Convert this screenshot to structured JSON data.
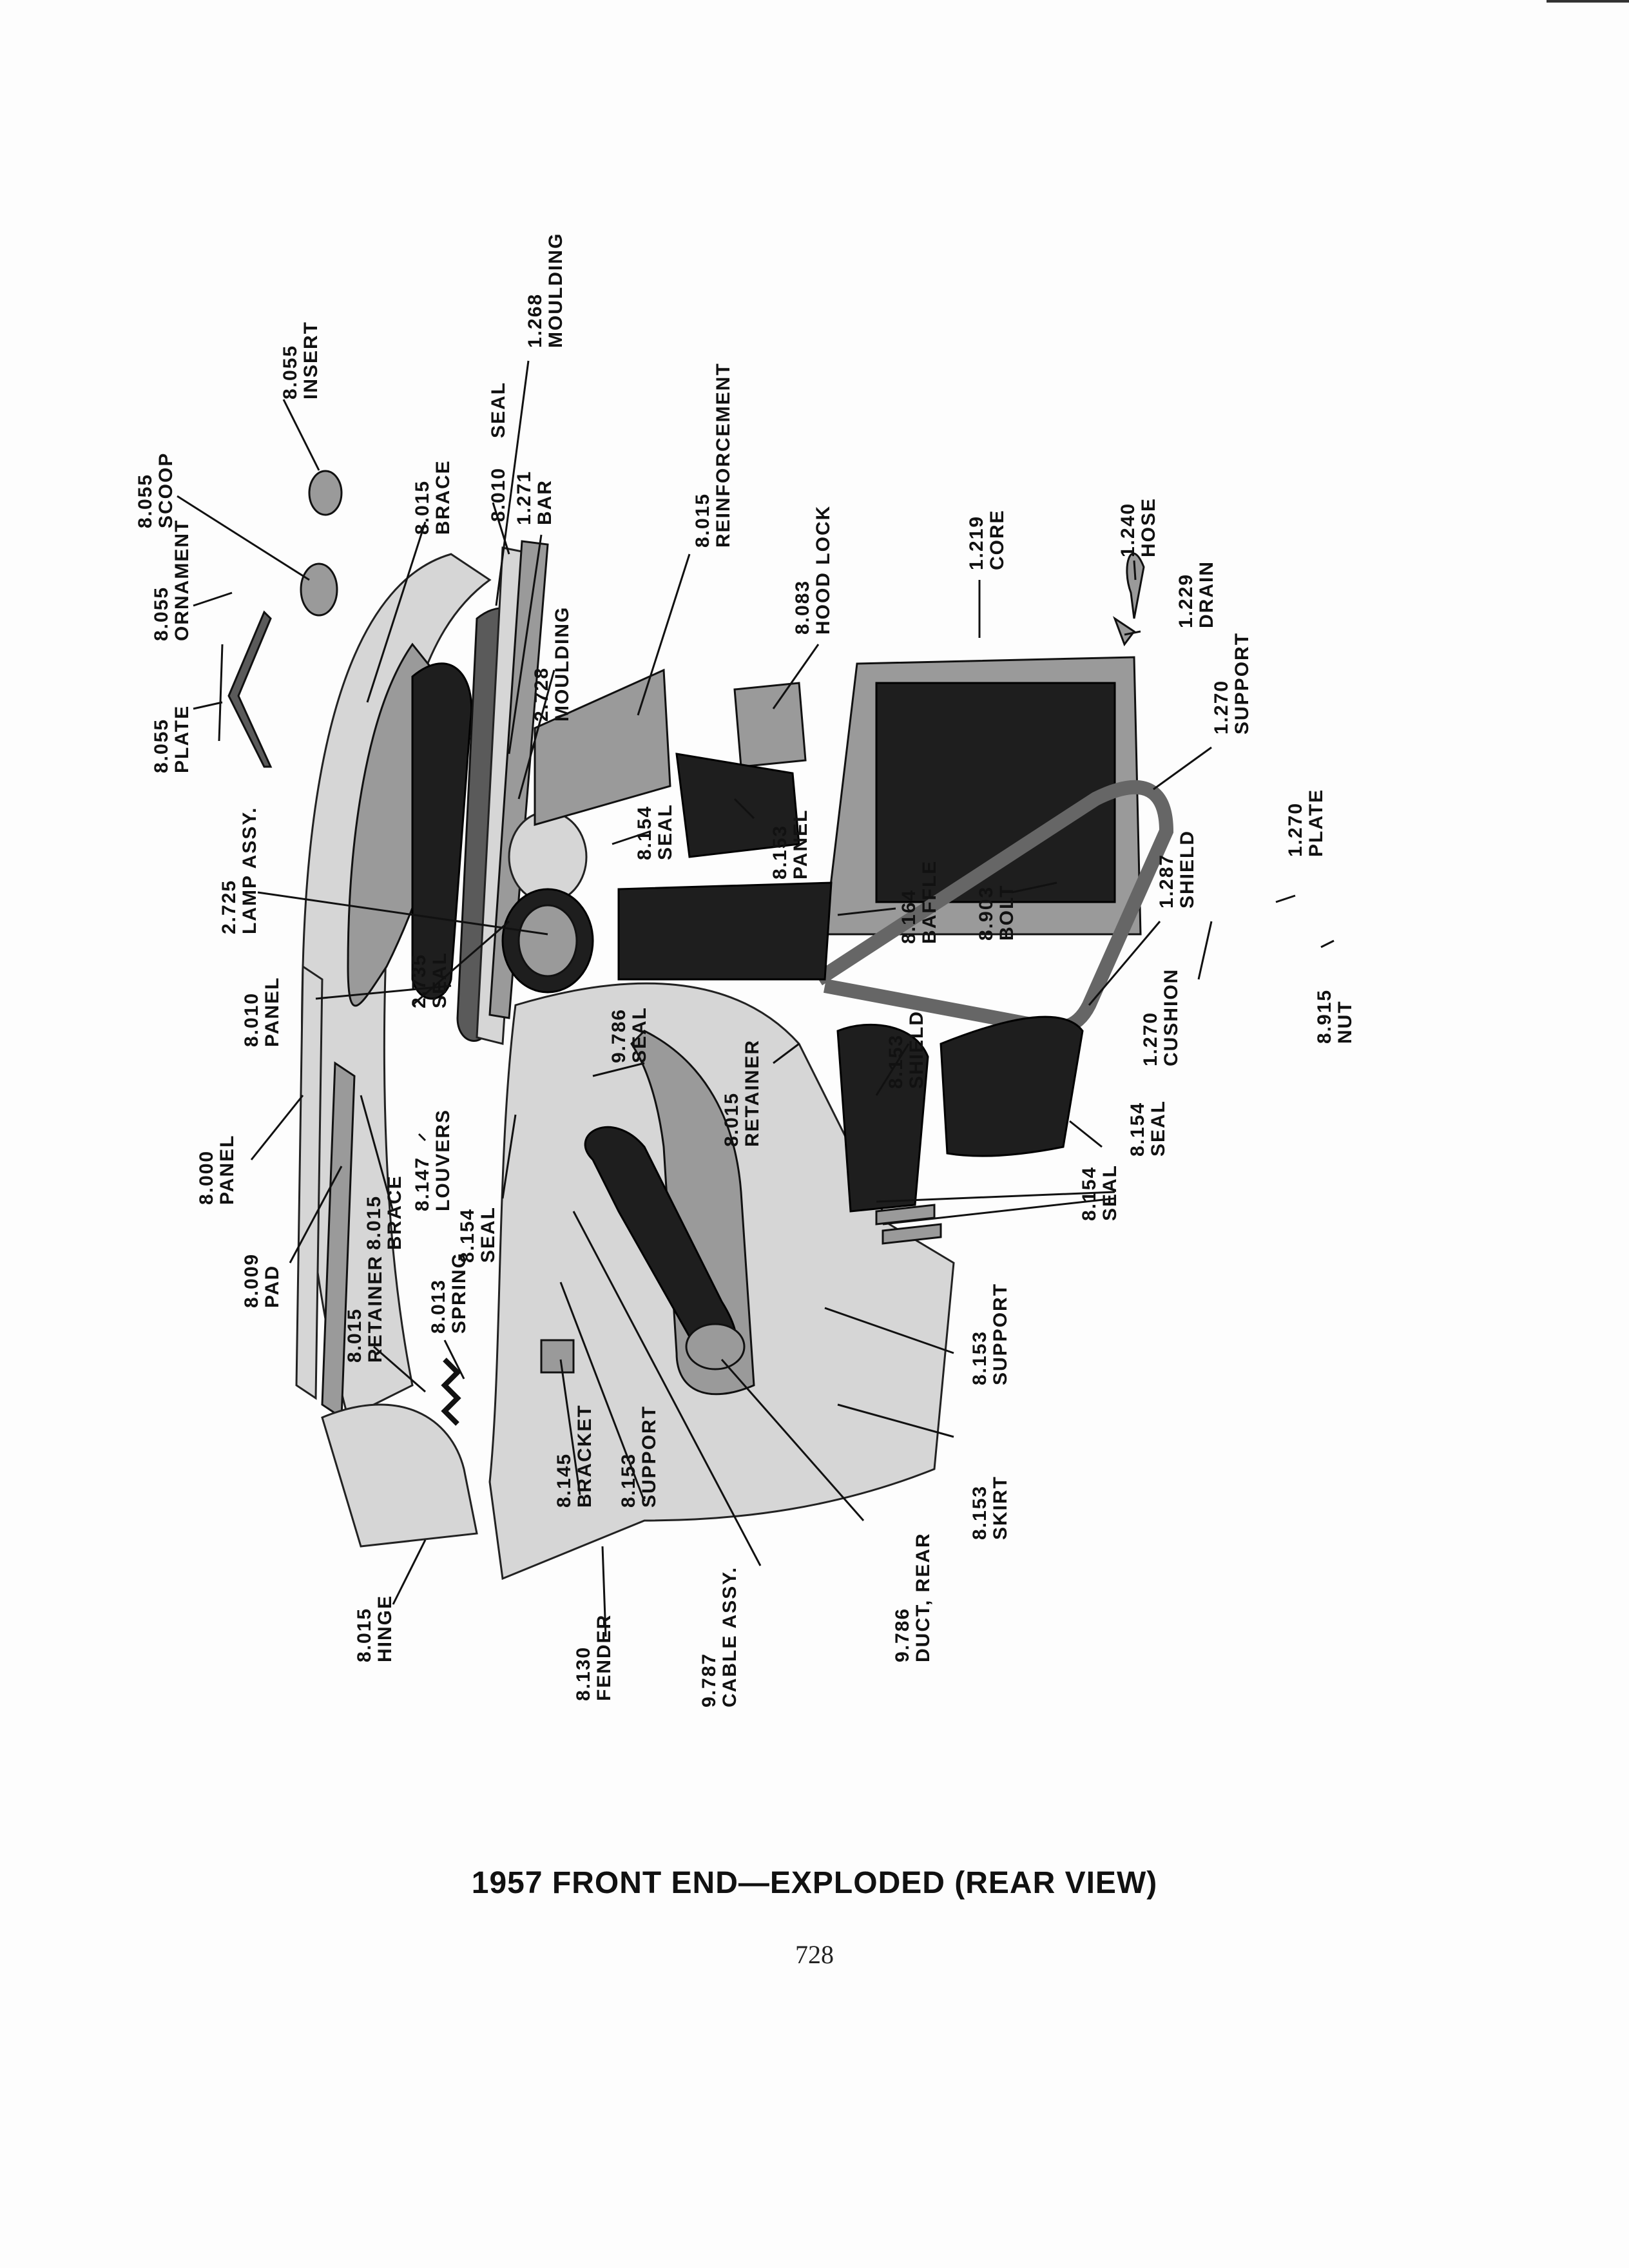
{
  "caption": "1957 FRONT END—EXPLODED (REAR VIEW)",
  "page_number": "728",
  "callouts": [
    {
      "id": "plate-8055",
      "number": "8.055",
      "name": "PLATE"
    },
    {
      "id": "ornament-8055",
      "number": "8.055",
      "name": "ORNAMENT"
    },
    {
      "id": "scoop-8055",
      "number": "8.055",
      "name": "SCOOP"
    },
    {
      "id": "insert-8055",
      "number": "8.055",
      "name": "INSERT"
    },
    {
      "id": "brace-8015-top",
      "number": "8.015",
      "name": "BRACE"
    },
    {
      "id": "seal-8010",
      "number": "8.010",
      "name": "SEAL"
    },
    {
      "id": "moulding-1268",
      "number": "1.268",
      "name": "MOULDING"
    },
    {
      "id": "bar-1271",
      "number": "1.271",
      "name": "BAR"
    },
    {
      "id": "moulding-2728",
      "number": "2.728",
      "name": "MOULDING"
    },
    {
      "id": "reinforcement-8015",
      "number": "8.015",
      "name": "REINFORCEMENT"
    },
    {
      "id": "hood-lock-8083",
      "number": "8.083",
      "name": "HOOD LOCK"
    },
    {
      "id": "core-1219",
      "number": "1.219",
      "name": "CORE"
    },
    {
      "id": "hose-1240",
      "number": "1.240",
      "name": "HOSE"
    },
    {
      "id": "drain-1229",
      "number": "1.229",
      "name": "DRAIN"
    },
    {
      "id": "support-1270",
      "number": "1.270",
      "name": "SUPPORT"
    },
    {
      "id": "seal-8154-a",
      "number": "8.154",
      "name": "SEAL"
    },
    {
      "id": "panel-8153",
      "number": "8.153",
      "name": "PANEL"
    },
    {
      "id": "lamp-assy-2725",
      "number": "2.725",
      "name": "LAMP ASSY."
    },
    {
      "id": "baffle-8164",
      "number": "8.164",
      "name": "BAFFLE"
    },
    {
      "id": "bolt-8903",
      "number": "8.903",
      "name": "BOLT"
    },
    {
      "id": "shield-1287",
      "number": "1.287",
      "name": "SHIELD"
    },
    {
      "id": "plate-1270",
      "number": "1.270",
      "name": "PLATE"
    },
    {
      "id": "cushion-1270",
      "number": "1.270",
      "name": "CUSHION"
    },
    {
      "id": "nut-8915",
      "number": "8.915",
      "name": "NUT"
    },
    {
      "id": "panel-8010",
      "number": "8.010",
      "name": "PANEL"
    },
    {
      "id": "seal-2735",
      "number": "2.735",
      "name": "SEAL"
    },
    {
      "id": "seal-9786",
      "number": "9.786",
      "name": "SEAL"
    },
    {
      "id": "retainer-8015-mid",
      "number": "8.015",
      "name": "RETAINER"
    },
    {
      "id": "shield-8153",
      "number": "8.153",
      "name": "SHIELD"
    },
    {
      "id": "seal-8154-b",
      "number": "8.154",
      "name": "SEAL"
    },
    {
      "id": "seal-8154-c",
      "number": "8.154",
      "name": "SEAL"
    },
    {
      "id": "panel-8000",
      "number": "8.000",
      "name": "PANEL"
    },
    {
      "id": "louvers-8147",
      "number": "8.147",
      "name": "LOUVERS"
    },
    {
      "id": "brace-8015-low",
      "number": "8.015",
      "name": "BRACE"
    },
    {
      "id": "seal-8154-d",
      "number": "8.154",
      "name": "SEAL"
    },
    {
      "id": "pad-8009",
      "number": "8.009",
      "name": "PAD"
    },
    {
      "id": "retainer-8015-low",
      "number": "8.015",
      "name": "RETAINER"
    },
    {
      "id": "spring-8013",
      "number": "8.013",
      "name": "SPRING"
    },
    {
      "id": "support-8153-right",
      "number": "8.153",
      "name": "SUPPORT"
    },
    {
      "id": "bracket-8145",
      "number": "8.145",
      "name": "BRACKET"
    },
    {
      "id": "support-8153-low",
      "number": "8.153",
      "name": "SUPPORT"
    },
    {
      "id": "skirt-8153",
      "number": "8.153",
      "name": "SKIRT"
    },
    {
      "id": "hinge-8015",
      "number": "8.015",
      "name": "HINGE"
    },
    {
      "id": "fender-8130",
      "number": "8.130",
      "name": "FENDER"
    },
    {
      "id": "cable-assy-9787",
      "number": "9.787",
      "name": "CABLE ASSY."
    },
    {
      "id": "duct-rear-9786",
      "number": "9.786",
      "name": "DUCT, REAR"
    }
  ]
}
